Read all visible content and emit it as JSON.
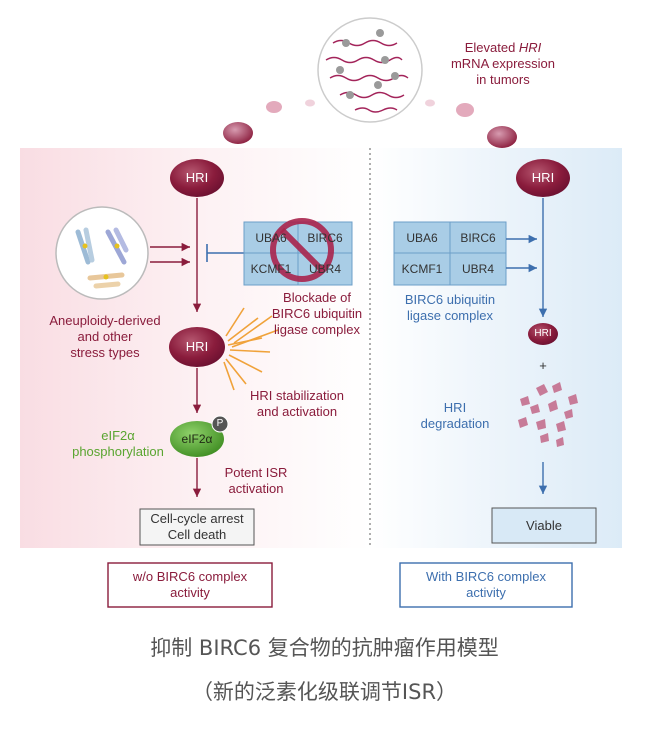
{
  "top": {
    "mrna_label": [
      "Elevated ",
      "HRI",
      " mRNA expression",
      "in tumors"
    ]
  },
  "left": {
    "hri_top": "HRI",
    "hri_mid": "HRI",
    "stress_label": [
      "Aneuploidy-derived",
      "and other",
      "stress types"
    ],
    "complex_cells": [
      "UBA6",
      "BIRC6",
      "KCMF1",
      "UBR4"
    ],
    "blockade_label": [
      "Blockade of",
      "BIRC6 ubiquitin",
      "ligase complex"
    ],
    "stabilization_label": [
      "HRI stabilization",
      "and activation"
    ],
    "eif_label": [
      "eIF2α",
      "phosphorylation"
    ],
    "eif_node": "eIF2α",
    "phospho_badge": "P",
    "isr_label": [
      "Potent ISR",
      "activation"
    ],
    "outcome": [
      "Cell-cycle arrest",
      "Cell death"
    ],
    "condition": [
      "w/o BIRC6 complex",
      "activity"
    ]
  },
  "right": {
    "hri_top": "HRI",
    "complex_cells": [
      "UBA6",
      "BIRC6",
      "KCMF1",
      "UBR4"
    ],
    "complex_label": [
      "BIRC6 ubiquitin",
      "ligase complex"
    ],
    "hri_small": "HRI",
    "plus": "+",
    "degradation_label": [
      "HRI",
      "degradation"
    ],
    "outcome": "Viable",
    "condition": [
      "With BIRC6 complex",
      "activity"
    ]
  },
  "caption": {
    "line1": "抑制 BIRC6 复合物的抗肿瘤作用模型",
    "line2": "（新的泛素化级联调节ISR）"
  },
  "colors": {
    "hri": "#8a1c3c",
    "accent_red": "#8a1c3c",
    "accent_blue": "#3d6fae",
    "green": "#5aa531",
    "complex_fill": "#a9cde6",
    "left_bg": "#fbe9ec",
    "right_bg": "#e6f1fa"
  }
}
